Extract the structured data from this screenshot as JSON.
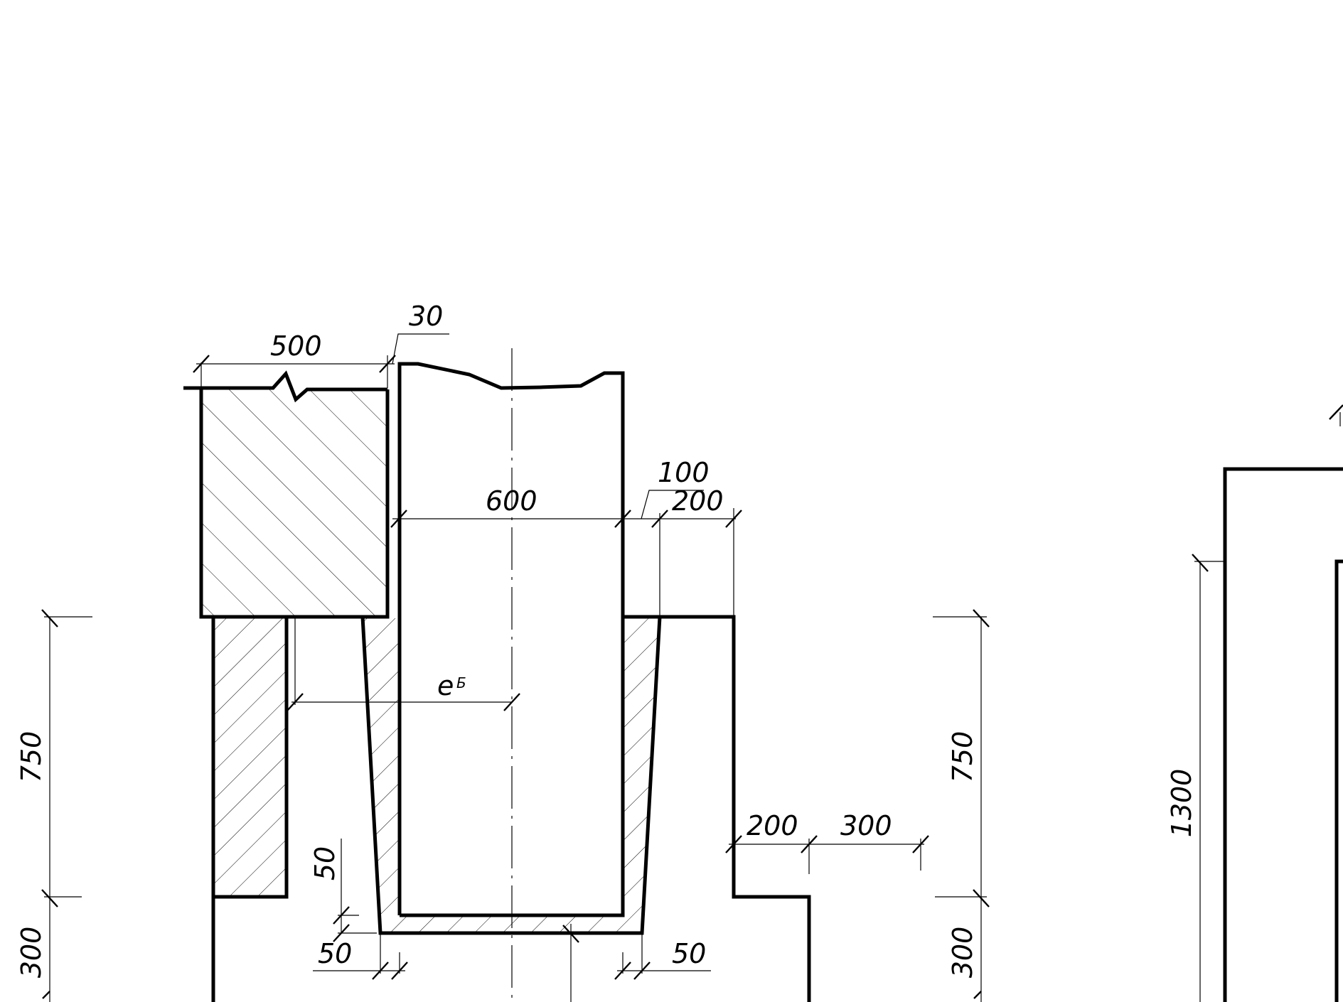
{
  "dimensions": {
    "top_width_500": "500",
    "gap_30": "30",
    "column_width_600": "600",
    "gap_100": "100",
    "offset_200_top": "200",
    "eccentricity_symbol": "e",
    "eccentricity_subscript": "Б",
    "left_height_750": "750",
    "left_height_300": "300",
    "slab_50_vertical": "50",
    "slab_50_left": "50",
    "slab_50_right": "50",
    "step_200": "200",
    "step_300": "300",
    "right_height_750": "750",
    "right_height_300": "300",
    "far_right_1300": "1300"
  }
}
